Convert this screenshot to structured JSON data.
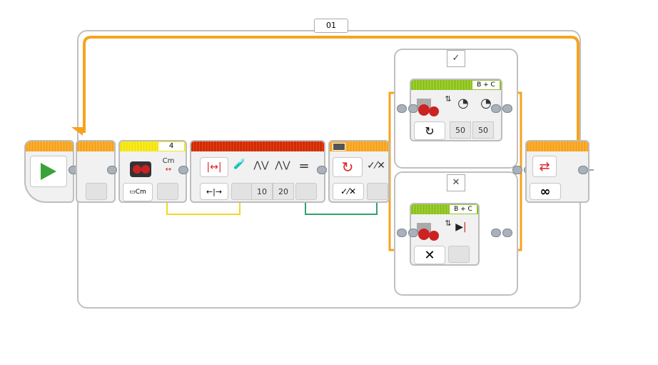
{
  "loop": {
    "label": "01",
    "mode_icon": "infinity-icon",
    "end_icon": "loop-arrow-icon"
  },
  "start": {
    "icon": "play-icon"
  },
  "sensor_block": {
    "port": "4",
    "unit": "Cm",
    "mode_icon": "ultrasonic-distance-icon"
  },
  "compare_block": {
    "value1": "10",
    "value2": "20",
    "operator": "="
  },
  "switch": {
    "true_label": "✓",
    "false_label": "✕",
    "mode_icon": "logic-switch-icon"
  },
  "true_case": {
    "ports": "B + C",
    "power_left": "50",
    "power_right": "50",
    "mode_icon": "rotate-icon"
  },
  "false_case": {
    "ports": "B + C",
    "mode_icon": "stop-icon",
    "brake_icon": "cross-icon"
  },
  "colors": {
    "orange": "#f7a31c",
    "yellow": "#f4e500",
    "red": "#d42a00",
    "green": "#8cc21c",
    "wire_yellow": "#f5d628",
    "wire_green": "#2ea36b"
  }
}
